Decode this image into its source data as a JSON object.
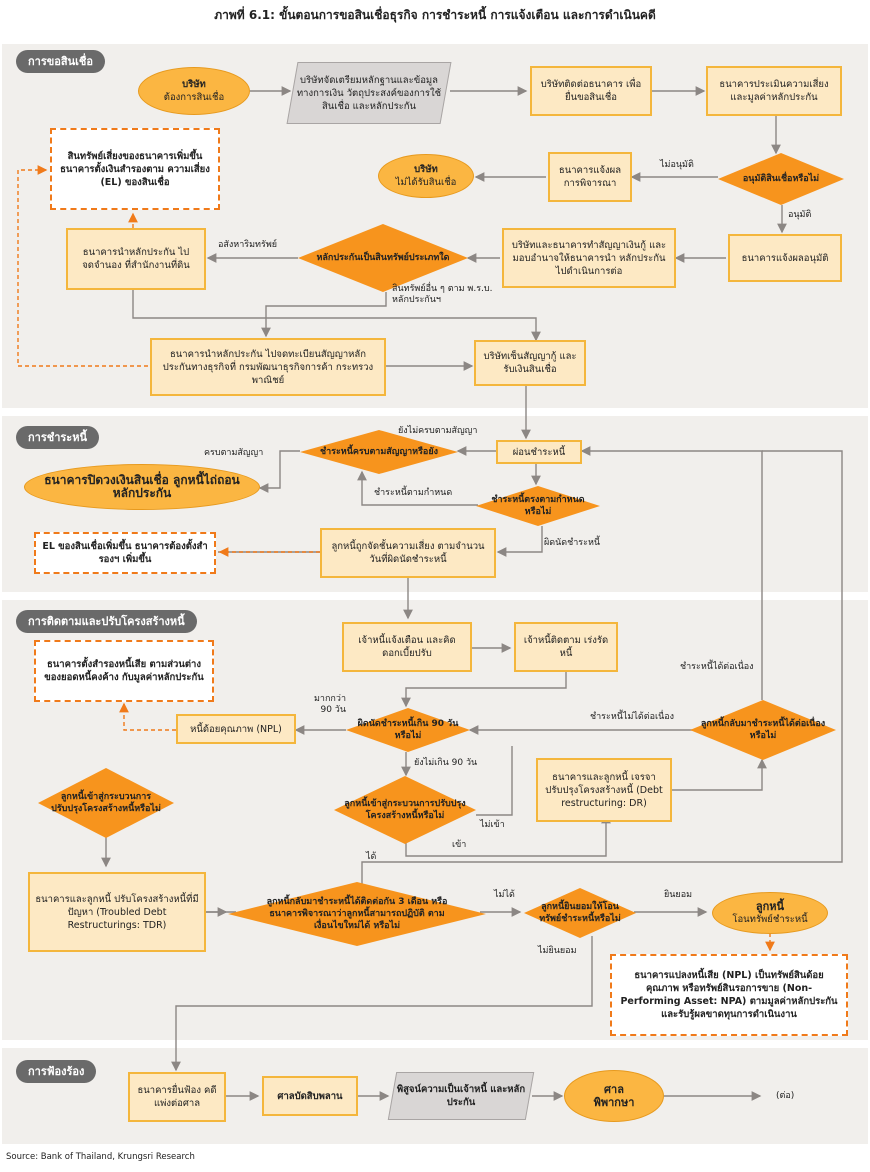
{
  "title": "ภาพที่ 6.1: ขั้นตอนการขอสินเชื่อธุรกิจ การชำระหนี้ การแจ้งเตือน และการดำเนินคดี",
  "sections": {
    "loan_request": "การขอสินเชื่อ",
    "repayment": "การชำระหนี้",
    "monitoring": "การติดตามและปรับโครงสร้างหนี้",
    "litigation": "การฟ้องร้อง"
  },
  "loan_request": {
    "company_title": "บริษัท",
    "company_sub": "ต้องการสินเชื่อ",
    "prep_docs": "บริษัทจัดเตรียมหลักฐานและข้อมูลทางการเงิน วัตถุประสงค์ของการใช้สินเชื่อ และหลักประกัน",
    "contact_bank": "บริษัทติดต่อธนาคาร เพื่อยื่นขอสินเชื่อ",
    "assess_risk": "ธนาคารประเมินความเสี่ยง และมูลค่าหลักประกัน",
    "approve_q": "อนุมัติสินเชื่อหรือไม่",
    "not_approved_label": "ไม่อนุมัติ",
    "bank_notify_result": "ธนาคารแจ้งผล การพิจารณา",
    "rejected_title": "บริษัท",
    "rejected_sub": "ไม่ได้รับสินเชื่อ",
    "approved_label": "อนุมัติ",
    "bank_notify_approve": "ธนาคารแจ้งผลอนุมัติ",
    "sign_contract": "บริษัทและธนาคารทำสัญญาเงินกู้ และมอบอำนาจให้ธนาคารนำ หลักประกันไปดำเนินการต่อ",
    "collateral_type_q": "หลักประกันเป็นสินทรัพย์ประเภทใด",
    "real_estate_label": "อสังหาริมทรัพย์",
    "other_assets_label": "สินทรัพย์อื่น ๆ ตาม พ.ร.บ. หลักประกันฯ",
    "register_land": "ธนาคารนำหลักประกัน ไปจดจำนอง ที่สำนักงานที่ดิน",
    "register_business": "ธนาคารนำหลักประกัน ไปจดทะเบียนสัญญาหลักประกันทางธุรกิจที่ กรมพัฒนาธุรกิจการค้า กระทรวงพาณิชย์",
    "risk_assets_note": "สินทรัพย์เสี่ยงของธนาคารเพิ่มขึ้น ธนาคารตั้งเงินสำรองตาม ความเสี่ยง (EL) ของสินเชื่อ",
    "receive_loan": "บริษัทเซ็นสัญญากู้ และรับเงินสินเชื่อ"
  },
  "repayment": {
    "paid_full_q": "ชำระหนี้ครบตามสัญญาหรือยัง",
    "not_full_label": "ยังไม่ครบตามสัญญา",
    "full_label": "ครบตามสัญญา",
    "installment": "ผ่อนชำระหนี้",
    "close_account": "ธนาคารปิดวงเงินสินเชื่อ ลูกหนี้ไถ่ถอนหลักประกัน",
    "on_time_label": "ชำระหนี้ตามกำหนด",
    "on_time_q": "ชำระหนี้ตรงตามกำหนดหรือไม่",
    "default_label": "ผิดนัดชำระหนี้",
    "classify": "ลูกหนี้ถูกจัดชั้นความเสี่ยง ตามจำนวนวันที่ผิดนัดชำระหนี้",
    "el_note": "EL ของสินเชื่อเพิ่มขึ้น ธนาคารต้องตั้งสำรองฯ เพิ่มขึ้น"
  },
  "monitoring": {
    "creditor_notice": "เจ้าหนี้แจ้งเตือน และคิดดอกเบี้ยปรับ",
    "creditor_follow": "เจ้าหนี้ติดตาม เร่งรัดหนี้",
    "continue_label": "ชำระหนี้ได้ต่อเนื่อง",
    "provision_note": "ธนาคารตั้งสำรองหนี้เสีย ตามส่วนต่างของยอดหนี้คงค้าง กับมูลค่าหลักประกัน",
    "over_90_label": "มากกว่า 90 วัน",
    "npl": "หนี้ด้อยคุณภาพ (NPL)",
    "default_90_q": "ผิดนัดชำระหนี้เกิน 90 วันหรือไม่",
    "not_continue_label": "ชำระหนี้ไม่ได้ต่อเนื่อง",
    "resume_q": "ลูกหนี้กลับมาชำระหนี้ได้ต่อเนื่องหรือไม่",
    "under_90_label": "ยังไม่เกิน 90 วัน",
    "dr": "ธนาคารและลูกหนี้ เจรจาปรับปรุงโครงสร้างหนี้ (Debt restructuring: DR)",
    "restructure_q1": "ลูกหนี้เข้าสู่กระบวนการปรับปรุงโครงสร้างหนี้หรือไม่",
    "restructure_q2": "ลูกหนี้เข้าสู่กระบวนการปรับปรุงโครงสร้างหนี้หรือไม่",
    "no_enter_label": "ไม่เข้า",
    "enter_label": "เข้า",
    "tdr": "ธนาคารและลูกหนี้ ปรับโครงสร้างหนี้ที่มีปัญหา (Troubled Debt Restructurings: TDR)",
    "ok_label": "ได้",
    "three_month_q": "ลูกหนี้กลับมาชำระหนี้ได้ติดต่อกัน 3 เดือน หรือธนาคารพิจารณาว่าลูกหนี้สามารถปฏิบัติ ตามเงื่อนไขใหม่ได้ หรือไม่",
    "not_ok_label": "ไม่ได้",
    "transfer_q": "ลูกหนี้ยินยอมให้โอนทรัพย์ชำระหนี้หรือไม่",
    "consent_label": "ยินยอม",
    "transfer_title": "ลูกหนี้",
    "transfer_sub": "โอนทรัพย์ชำระหนี้",
    "refuse_label": "ไม่ยินยอม",
    "npa_note": "ธนาคารแปลงหนี้เสีย (NPL) เป็นทรัพย์สินด้อยคุณภาพ หรือทรัพย์สินรอการขาย (Non-Performing Asset: NPA) ตามมูลค่าหลักประกัน และรับรู้ผลขาดทุนการดำเนินงาน"
  },
  "litigation": {
    "file_suit": "ธนาคารยื่นฟ้อง คดีแพ่งต่อศาล",
    "bankruptcy": "ศาลบัดสิบพลาน",
    "prove": "พิสูจน์ความเป็นเจ้าหนี้ และหลักประกัน",
    "court_title": "ศาล",
    "court_sub": "พิพากษา",
    "cont": "(ต่อ)"
  },
  "source": "Source: Bank of Thailand, Krungsri Research",
  "colors": {
    "box_fill": "#fde9c4",
    "box_border": "#f4b63c",
    "diamond": "#f7941d",
    "oval": "#fbb642",
    "panel": "#f1efec",
    "dashed": "#f07a1a",
    "tab": "#6a6a6a"
  }
}
